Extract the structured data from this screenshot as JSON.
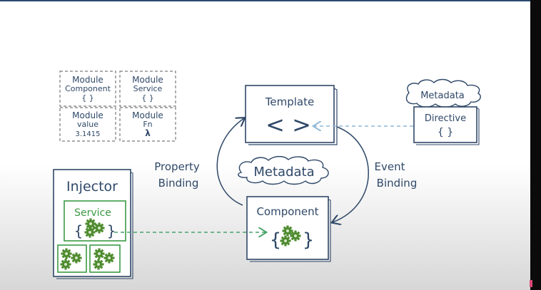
{
  "modules": [
    {
      "title": "Module",
      "subtitle": "Component",
      "symbol": "{ }"
    },
    {
      "title": "Module",
      "subtitle": "Service",
      "symbol": "{ }"
    },
    {
      "title": "Module",
      "subtitle": "value",
      "symbol": "3.1415"
    },
    {
      "title": "Module",
      "subtitle": "Fn",
      "symbol": "λ"
    }
  ],
  "template": {
    "label": "Template",
    "symbol": "< >"
  },
  "metadata_top": "Metadata",
  "directive": {
    "label": "Directive",
    "symbol": "{ }"
  },
  "metadata_center": "Metadata",
  "property_binding": {
    "line1": "Property",
    "line2": "Binding"
  },
  "event_binding": {
    "line1": "Event",
    "line2": "Binding"
  },
  "injector": {
    "label": "Injector",
    "service_label": "Service"
  },
  "component": {
    "label": "Component"
  },
  "colors": {
    "ink": "#2f4868",
    "green": "#3b9a45",
    "gear": "#4e8b2f",
    "dashed_arrow": "#8fb8d6",
    "dashed_green": "#46a46a"
  }
}
